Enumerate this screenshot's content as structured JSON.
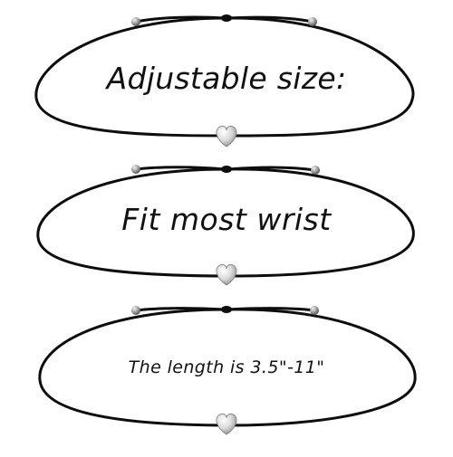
{
  "image": {
    "background": "#ffffff",
    "cord_color": "#0d0d0d",
    "charm_color": "#d9d9d9",
    "bead_color": "#9a9a9a"
  },
  "captions": {
    "first": "Adjustable size:",
    "second": "Fit most wrist",
    "third": "The length is 3.5\"-11\""
  },
  "icons": {
    "charm": "heart-icon",
    "bead": "bead-icon"
  }
}
